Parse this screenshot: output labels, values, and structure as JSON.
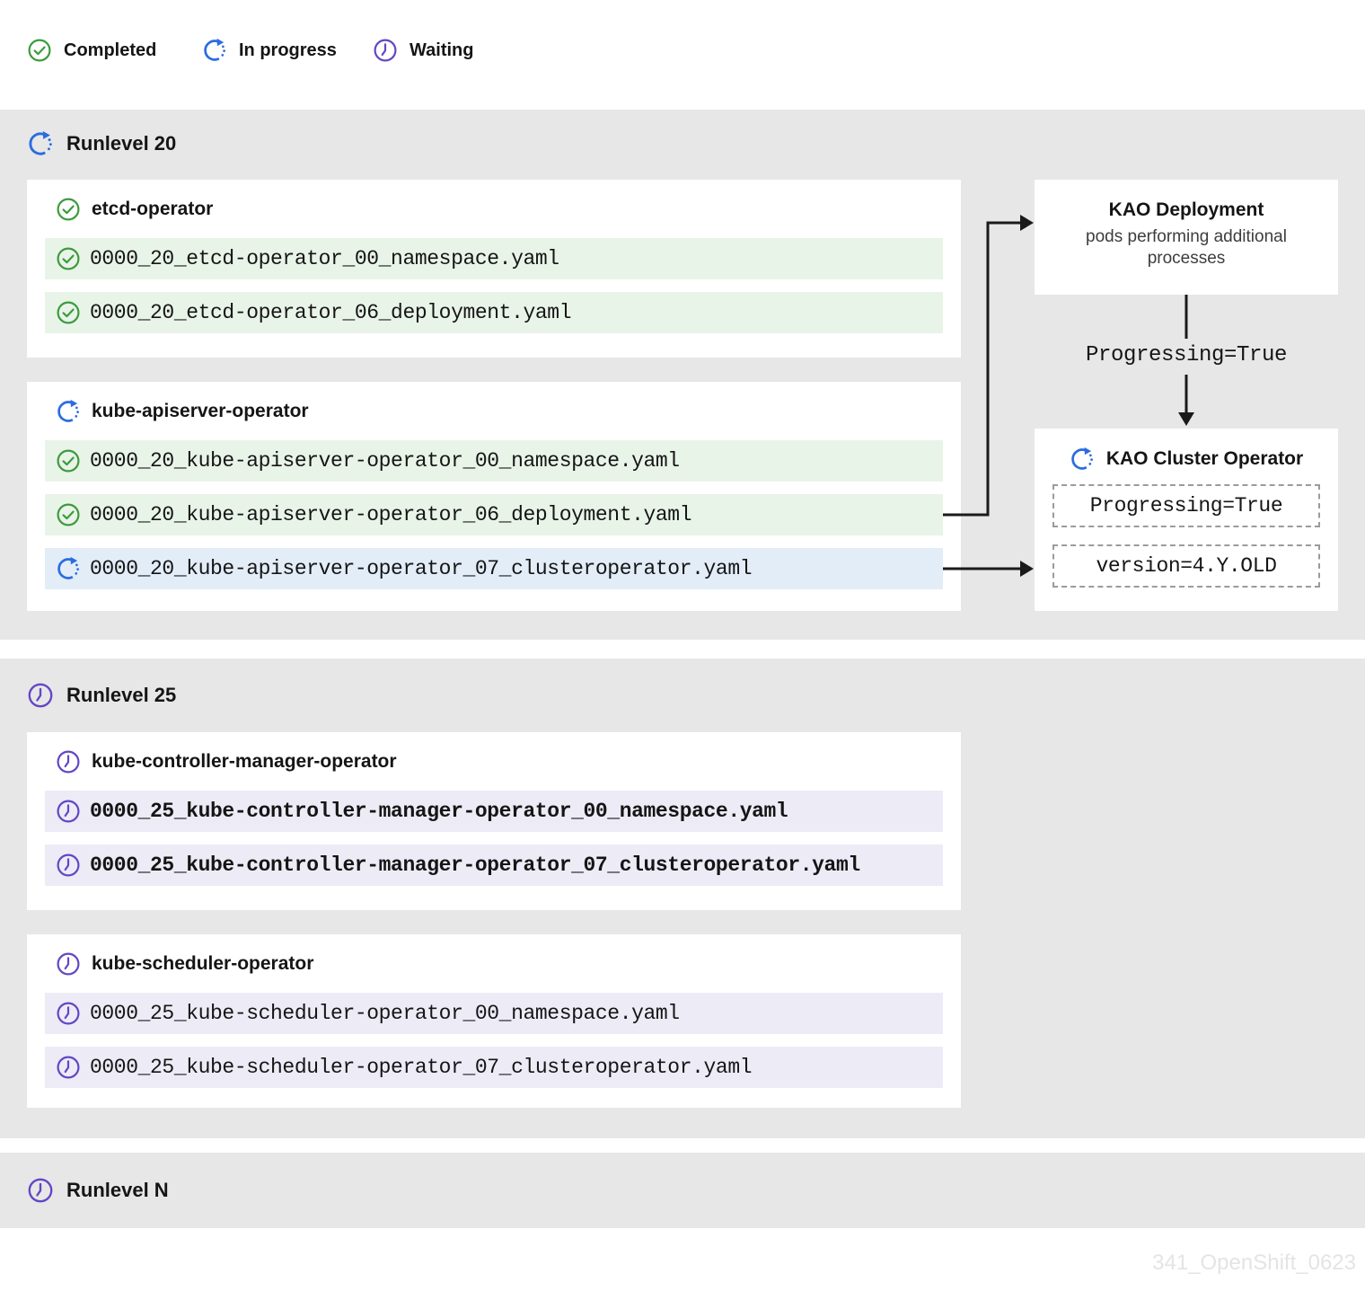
{
  "legend": {
    "items": [
      {
        "label": "Completed",
        "status": "completed"
      },
      {
        "label": "In progress",
        "status": "in-progress"
      },
      {
        "label": "Waiting",
        "status": "waiting"
      }
    ]
  },
  "runlevel20": {
    "title": "Runlevel 20",
    "status": "in-progress",
    "cards": [
      {
        "title": "etcd-operator",
        "status": "completed",
        "rows": [
          {
            "text": "0000_20_etcd-operator_00_namespace.yaml",
            "status": "completed"
          },
          {
            "text": "0000_20_etcd-operator_06_deployment.yaml",
            "status": "completed"
          }
        ]
      },
      {
        "title": "kube-apiserver-operator",
        "status": "in-progress",
        "rows": [
          {
            "text": "0000_20_kube-apiserver-operator_00_namespace.yaml",
            "status": "completed"
          },
          {
            "text": "0000_20_kube-apiserver-operator_06_deployment.yaml",
            "status": "completed"
          },
          {
            "text": "0000_20_kube-apiserver-operator_07_clusteroperator.yaml",
            "status": "in-progress"
          }
        ]
      }
    ],
    "kao_deployment": {
      "title": "KAO Deployment",
      "subtitle": "pods performing additional processes"
    },
    "arrow_label": "Progressing=True",
    "kao_cluster_operator": {
      "title": "KAO Cluster Operator",
      "status": "in-progress",
      "conditions": [
        "Progressing=True",
        "version=4.Y.OLD"
      ]
    }
  },
  "runlevel25": {
    "title": "Runlevel 25",
    "status": "waiting",
    "cards": [
      {
        "title": "kube-controller-manager-operator",
        "status": "waiting",
        "rows": [
          {
            "text": "0000_25_kube-controller-manager-operator_00_namespace.yaml",
            "status": "waiting"
          },
          {
            "text": "0000_25_kube-controller-manager-operator_07_clusteroperator.yaml",
            "status": "waiting"
          }
        ]
      },
      {
        "title": "kube-scheduler-operator",
        "status": "waiting",
        "rows": [
          {
            "text": "0000_25_kube-scheduler-operator_00_namespace.yaml",
            "status": "waiting"
          },
          {
            "text": "0000_25_kube-scheduler-operator_07_clusteroperator.yaml",
            "status": "waiting"
          }
        ]
      }
    ]
  },
  "runlevelN": {
    "title": "Runlevel N",
    "status": "waiting"
  },
  "watermark": "341_OpenShift_0623",
  "colors": {
    "completed": "#3d9b3d",
    "in_progress": "#2b6ce0",
    "waiting": "#6247c5",
    "completed_row_bg": "#e9f4e9",
    "in_progress_row_bg": "#e2edf8",
    "waiting_row_bg": "#edebf6",
    "section_bg": "#e7e7e7",
    "text": "#151515"
  }
}
